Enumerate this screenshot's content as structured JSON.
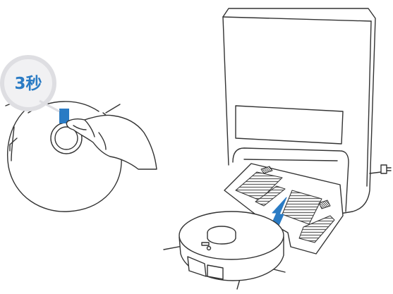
{
  "callout": {
    "label": "3秒"
  },
  "colors": {
    "accent": "#2a7bc4",
    "line": "#333333",
    "callout_bg": "#f1f1f3",
    "callout_ring": "#dedee2",
    "mat_stripe": "#555555"
  },
  "icons": {
    "robot_top_view": "robot-vacuum-top",
    "press_hand": "pointing-hand",
    "dock": "auto-empty-station",
    "robot_side_view": "robot-vacuum-perspective",
    "direction": "up-arrow"
  }
}
